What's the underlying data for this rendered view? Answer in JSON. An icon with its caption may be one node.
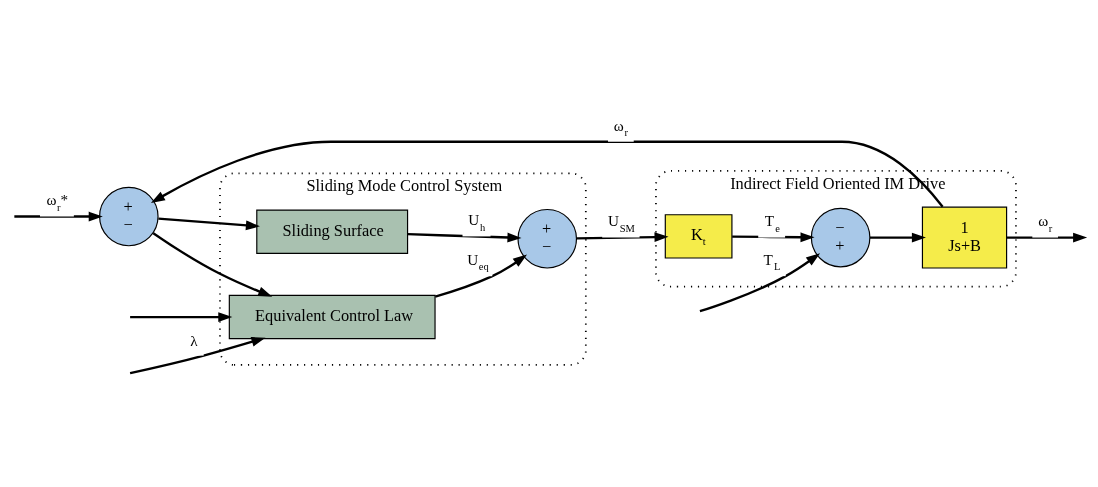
{
  "diagram": {
    "nodes": [
      {
        "text": [
          "Sliding Mode Control System"
        ]
      },
      {
        "text": [
          "Indirect Field Oriented IM Drive"
        ]
      },
      {
        "text": [
          "+",
          "−"
        ]
      },
      {
        "text": [
          "Sliding Surface"
        ],
        "in": 0
      },
      {
        "text": [
          "Equivalent Control Law"
        ],
        "in": 0
      },
      {
        "text": [
          "+",
          "−"
        ],
        "in": 0
      },
      {
        "text": [
          "K$_{t}$"
        ],
        "in": 1
      },
      {
        "text": [
          "−",
          "+"
        ],
        "in": 1
      },
      {
        "text": [
          "1",
          "Js+B"
        ],
        "in": 1
      }
    ],
    "edges": [
      {
        "from": null,
        "to": 2,
        "arrow": "to",
        "label": "ω$_{r}$*"
      },
      {
        "from": null,
        "to": 4,
        "arrow": "to"
      },
      {
        "from": 2,
        "to": 3,
        "arrow": "to"
      },
      {
        "from": 2,
        "to": 4,
        "arrow": "to"
      },
      {
        "from": null,
        "to": 4,
        "arrow": "to",
        "label": "λ"
      },
      {
        "from": 3,
        "to": 5,
        "arrow": "to",
        "label": "U$_{h}$"
      },
      {
        "from": 4,
        "to": 5,
        "arrow": "to",
        "label": "U$_{eq}$"
      },
      {
        "from": 5,
        "to": 6,
        "arrow": "to",
        "label": "U$_{SM}$"
      },
      {
        "from": 6,
        "to": 7,
        "arrow": "to",
        "label": "T$_{e}$"
      },
      {
        "from": null,
        "to": 7,
        "arrow": "to",
        "label": "T$_{L}$"
      },
      {
        "from": 7,
        "to": 8,
        "arrow": "to"
      },
      {
        "from": 8,
        "to": null,
        "arrow": "to",
        "label": "ω$_{r}$"
      },
      {
        "from": 8,
        "to": 2,
        "arrow": "to",
        "label": "ω$_{r}$"
      }
    ]
  }
}
